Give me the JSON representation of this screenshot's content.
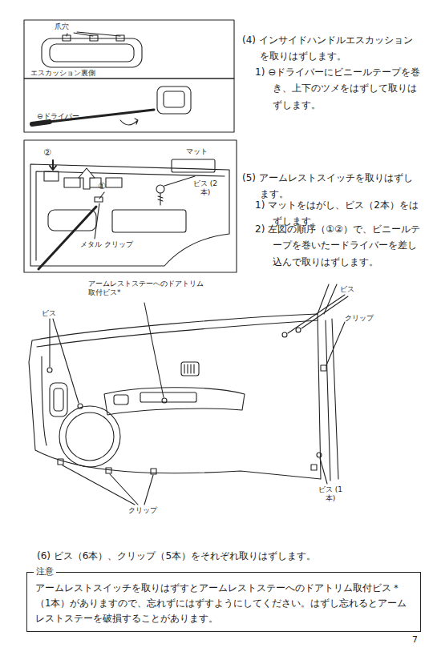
{
  "diagram": {
    "nodes": [
      {
        "text": [
          "注意",
          "アームレストスイッチを取りはずすとアームレストステーへのドアトリム取付ビス＊（1本）がありますので、忘れずにはずすようにしてください。はずし忘れるとアームレストステーを破損することがあります。"
        ]
      }
    ],
    "labels": [
      "爪穴",
      "エスカッション裏側",
      "⊖ドライバー",
      "(4) インサイドハンドルエスカッションを取りはずします。",
      "1) ⊖ドライバーにビニールテープを巻き、上下のツメをはずして取りはずします。",
      "②",
      "マット",
      "①",
      "ビス (2本)",
      "メタル クリップ",
      "(5) アームレストスイッチを取りはずします。",
      "1) マットをはがし、ビス（2本）をはずします。",
      "2) 左図の順序（①②）で、ビニールテープを巻いたードライバーを差し込んで取りはずします。",
      "アームレストステーへのドアトリム取付ビス*",
      "ビス",
      "ビス",
      "クリップ",
      "ビス (1本)",
      "クリップ",
      "(6) ビス（6本）、クリップ（5本）をそれぞれ取りはずします。",
      "7"
    ]
  }
}
